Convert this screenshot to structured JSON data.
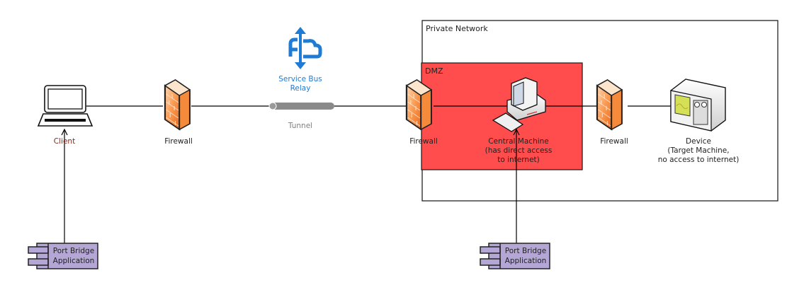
{
  "title": "Port Bridge network topology",
  "regions": {
    "private_network": {
      "label": "Private Network"
    },
    "dmz": {
      "label": "DMZ",
      "color": "#ff4d4d"
    }
  },
  "nodes": {
    "client": {
      "label": "Client",
      "icon": "laptop-icon"
    },
    "firewall_1": {
      "label": "Firewall",
      "icon": "firewall-icon"
    },
    "relay": {
      "label_line1": "Service Bus",
      "label_line2": "Relay",
      "icon": "service-bus-relay-icon",
      "color": "#1f7bd4"
    },
    "tunnel": {
      "label": "Tunnel",
      "icon": "tunnel-pipe-icon"
    },
    "firewall_2": {
      "label": "Firewall",
      "icon": "firewall-icon"
    },
    "central": {
      "label_line1": "Central Machine",
      "label_line2": "(has direct access",
      "label_line3": "to internet)",
      "icon": "desktop-computer-icon"
    },
    "firewall_3": {
      "label": "Firewall",
      "icon": "firewall-icon"
    },
    "device": {
      "label_line1": "Device",
      "label_line2": "(Target Machine,",
      "label_line3": "no access to internet)",
      "icon": "device-icon"
    },
    "port_bridge_client": {
      "label_line1": "Port Bridge",
      "label_line2": "Application",
      "icon": "component-icon",
      "color": "#b4a7d6"
    },
    "port_bridge_central": {
      "label_line1": "Port Bridge",
      "label_line2": "Application",
      "icon": "component-icon",
      "color": "#b4a7d6"
    }
  },
  "colors": {
    "firewall": "#f7883a",
    "line": "#000000"
  }
}
